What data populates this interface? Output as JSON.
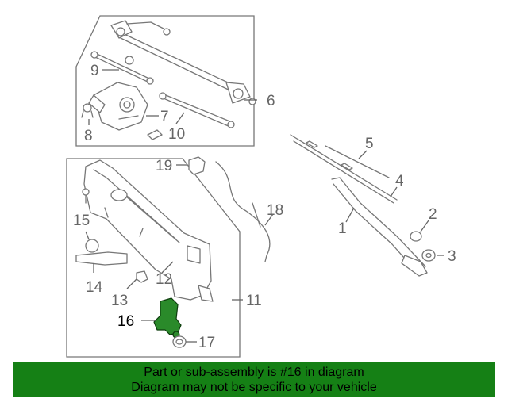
{
  "diagram": {
    "callouts": {
      "c1": "1",
      "c2": "2",
      "c3": "3",
      "c4": "4",
      "c5": "5",
      "c6": "6",
      "c7": "7",
      "c8": "8",
      "c9": "9",
      "c10": "10",
      "c11": "11",
      "c12": "12",
      "c13": "13",
      "c14": "14",
      "c15": "15",
      "c16": "16",
      "c17": "17",
      "c18": "18",
      "c19": "19"
    },
    "highlighted_part": "16",
    "highlight_color": "#2a8a2a"
  },
  "banner": {
    "line1": "Part or sub-assembly is #16 in diagram",
    "line2": "Diagram may not be specific to your vehicle",
    "background": "#158015"
  }
}
